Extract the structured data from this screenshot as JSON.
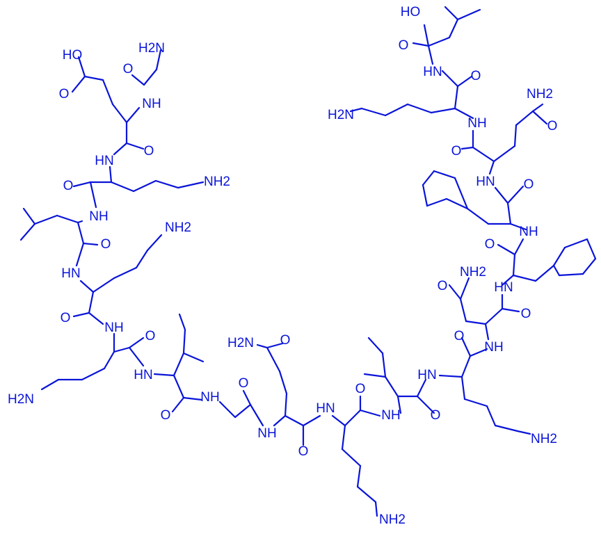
{
  "labels": [
    {
      "text": "HO"
    },
    {
      "text": "H2N"
    },
    {
      "text": "O"
    },
    {
      "text": "NH"
    },
    {
      "text": "HN"
    },
    {
      "text": "O"
    },
    {
      "text": "O"
    },
    {
      "text": "NH2"
    },
    {
      "text": "NH"
    },
    {
      "text": "O"
    },
    {
      "text": "NH2"
    },
    {
      "text": "HN"
    },
    {
      "text": "O"
    },
    {
      "text": "NH"
    },
    {
      "text": "O"
    },
    {
      "text": "H2N"
    },
    {
      "text": "HN"
    },
    {
      "text": "O"
    },
    {
      "text": "NH"
    },
    {
      "text": "H2N"
    },
    {
      "text": "O"
    },
    {
      "text": "O"
    },
    {
      "text": "NH"
    },
    {
      "text": "O"
    },
    {
      "text": "HN"
    },
    {
      "text": "NH"
    },
    {
      "text": "O"
    },
    {
      "text": "NH2"
    },
    {
      "text": "HO"
    },
    {
      "text": "O"
    },
    {
      "text": "HN"
    },
    {
      "text": "O"
    },
    {
      "text": "H2N"
    },
    {
      "text": "NH2"
    },
    {
      "text": "NH"
    },
    {
      "text": "O"
    },
    {
      "text": "O"
    },
    {
      "text": "HN"
    },
    {
      "text": "O"
    },
    {
      "text": "NH"
    },
    {
      "text": "O"
    },
    {
      "text": "NH2"
    },
    {
      "text": "O"
    },
    {
      "text": "HN"
    },
    {
      "text": "O"
    },
    {
      "text": "O"
    },
    {
      "text": "NH"
    },
    {
      "text": "HN"
    },
    {
      "text": "O"
    },
    {
      "text": "NH2"
    },
    {
      "text": "O"
    }
  ]
}
